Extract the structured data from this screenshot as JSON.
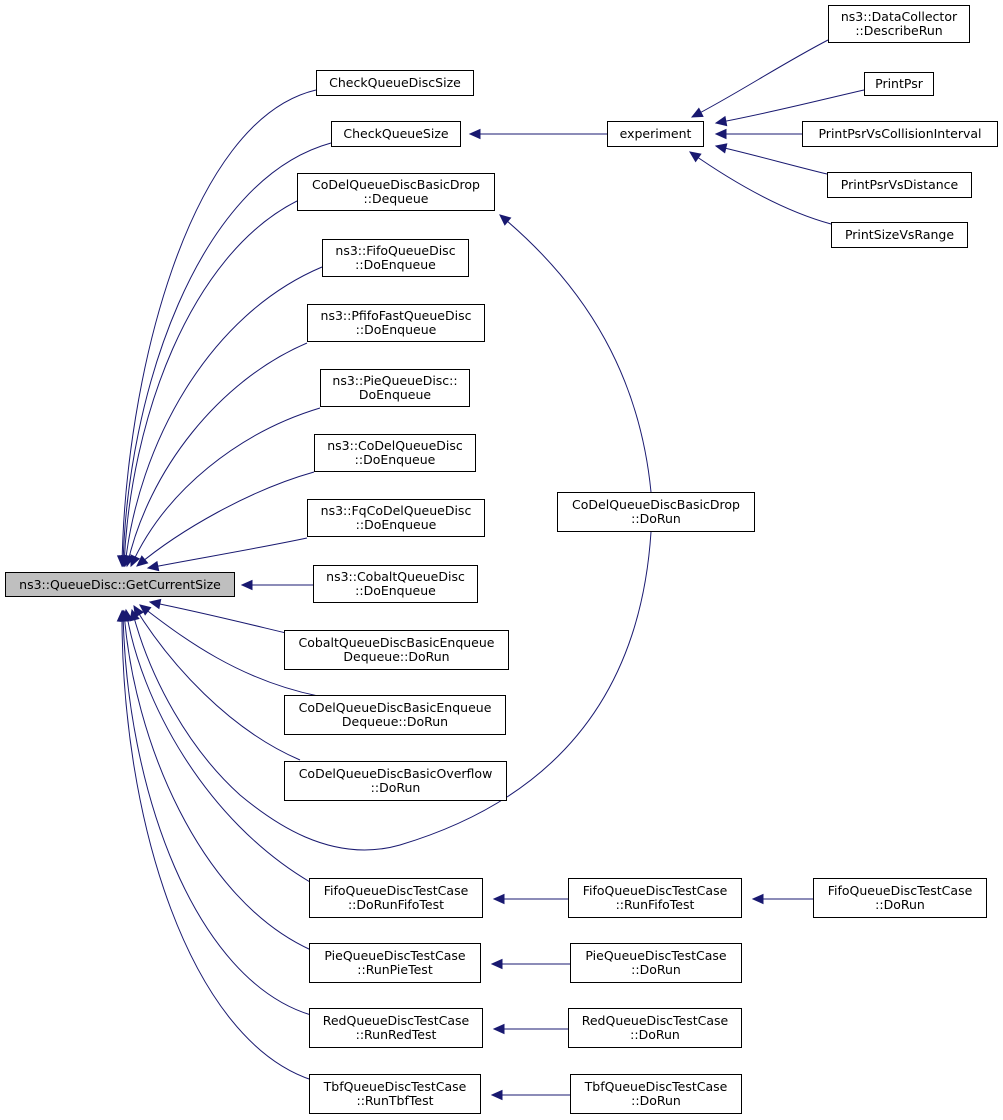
{
  "diagram": {
    "edge_color": "#191970",
    "root_fill": "#bfbfbf",
    "nodes": [
      {
        "id": "root",
        "lines": [
          "ns3::QueueDisc::GetCurrentSize"
        ],
        "root": true
      },
      {
        "id": "cqds",
        "lines": [
          "CheckQueueDiscSize"
        ]
      },
      {
        "id": "cqs",
        "lines": [
          "CheckQueueSize"
        ]
      },
      {
        "id": "exp",
        "lines": [
          "experiment"
        ]
      },
      {
        "id": "dc",
        "lines": [
          "ns3::DataCollector",
          "::DescribeRun"
        ]
      },
      {
        "id": "pp",
        "lines": [
          "PrintPsr"
        ]
      },
      {
        "id": "ppci",
        "lines": [
          "PrintPsrVsCollisionInterval"
        ]
      },
      {
        "id": "ppd",
        "lines": [
          "PrintPsrVsDistance"
        ]
      },
      {
        "id": "psr",
        "lines": [
          "PrintSizeVsRange"
        ]
      },
      {
        "id": "cdbd",
        "lines": [
          "CoDelQueueDiscBasicDrop",
          "::Dequeue"
        ]
      },
      {
        "id": "cdbdrun",
        "lines": [
          "CoDelQueueDiscBasicDrop",
          "::DoRun"
        ]
      },
      {
        "id": "fifo",
        "lines": [
          "ns3::FifoQueueDisc",
          "::DoEnqueue"
        ]
      },
      {
        "id": "pfifo",
        "lines": [
          "ns3::PfifoFastQueueDisc",
          "::DoEnqueue"
        ]
      },
      {
        "id": "pie",
        "lines": [
          "ns3::PieQueueDisc::",
          "DoEnqueue"
        ]
      },
      {
        "id": "codel",
        "lines": [
          "ns3::CoDelQueueDisc",
          "::DoEnqueue"
        ]
      },
      {
        "id": "fqcodel",
        "lines": [
          "ns3::FqCoDelQueueDisc",
          "::DoEnqueue"
        ]
      },
      {
        "id": "cobalt",
        "lines": [
          "ns3::CobaltQueueDisc",
          "::DoEnqueue"
        ]
      },
      {
        "id": "cobbe",
        "lines": [
          "CobaltQueueDiscBasicEnqueue",
          "Dequeue::DoRun"
        ]
      },
      {
        "id": "codbe",
        "lines": [
          "CoDelQueueDiscBasicEnqueue",
          "Dequeue::DoRun"
        ]
      },
      {
        "id": "codbo",
        "lines": [
          "CoDelQueueDiscBasicOverflow",
          "::DoRun"
        ]
      },
      {
        "id": "fifot1",
        "lines": [
          "FifoQueueDiscTestCase",
          "::DoRunFifoTest"
        ]
      },
      {
        "id": "fifot2",
        "lines": [
          "FifoQueueDiscTestCase",
          "::RunFifoTest"
        ]
      },
      {
        "id": "fifot3",
        "lines": [
          "FifoQueueDiscTestCase",
          "::DoRun"
        ]
      },
      {
        "id": "piet1",
        "lines": [
          "PieQueueDiscTestCase",
          "::RunPieTest"
        ]
      },
      {
        "id": "piet2",
        "lines": [
          "PieQueueDiscTestCase",
          "::DoRun"
        ]
      },
      {
        "id": "redt1",
        "lines": [
          "RedQueueDiscTestCase",
          "::RunRedTest"
        ]
      },
      {
        "id": "redt2",
        "lines": [
          "RedQueueDiscTestCase",
          "::DoRun"
        ]
      },
      {
        "id": "tbft1",
        "lines": [
          "TbfQueueDiscTestCase",
          "::RunTbfTest"
        ]
      },
      {
        "id": "tbft2",
        "lines": [
          "TbfQueueDiscTestCase",
          "::DoRun"
        ]
      }
    ],
    "edges": [
      {
        "from": "cqds",
        "to": "root"
      },
      {
        "from": "cqs",
        "to": "root"
      },
      {
        "from": "cdbd",
        "to": "root"
      },
      {
        "from": "fifo",
        "to": "root"
      },
      {
        "from": "pfifo",
        "to": "root"
      },
      {
        "from": "pie",
        "to": "root"
      },
      {
        "from": "codel",
        "to": "root"
      },
      {
        "from": "fqcodel",
        "to": "root"
      },
      {
        "from": "cobalt",
        "to": "root"
      },
      {
        "from": "cobbe",
        "to": "root"
      },
      {
        "from": "codbe",
        "to": "root"
      },
      {
        "from": "codbo",
        "to": "root"
      },
      {
        "from": "cdbdrun",
        "to": "root"
      },
      {
        "from": "fifot1",
        "to": "root"
      },
      {
        "from": "piet1",
        "to": "root"
      },
      {
        "from": "redt1",
        "to": "root"
      },
      {
        "from": "tbft1",
        "to": "root"
      },
      {
        "from": "exp",
        "to": "cqs"
      },
      {
        "from": "dc",
        "to": "exp"
      },
      {
        "from": "pp",
        "to": "exp"
      },
      {
        "from": "ppci",
        "to": "exp"
      },
      {
        "from": "ppd",
        "to": "exp"
      },
      {
        "from": "psr",
        "to": "exp"
      },
      {
        "from": "cdbdrun",
        "to": "cdbd"
      },
      {
        "from": "fifot2",
        "to": "fifot1"
      },
      {
        "from": "fifot3",
        "to": "fifot2"
      },
      {
        "from": "piet2",
        "to": "piet1"
      },
      {
        "from": "redt2",
        "to": "redt1"
      },
      {
        "from": "tbft2",
        "to": "tbft1"
      }
    ]
  }
}
